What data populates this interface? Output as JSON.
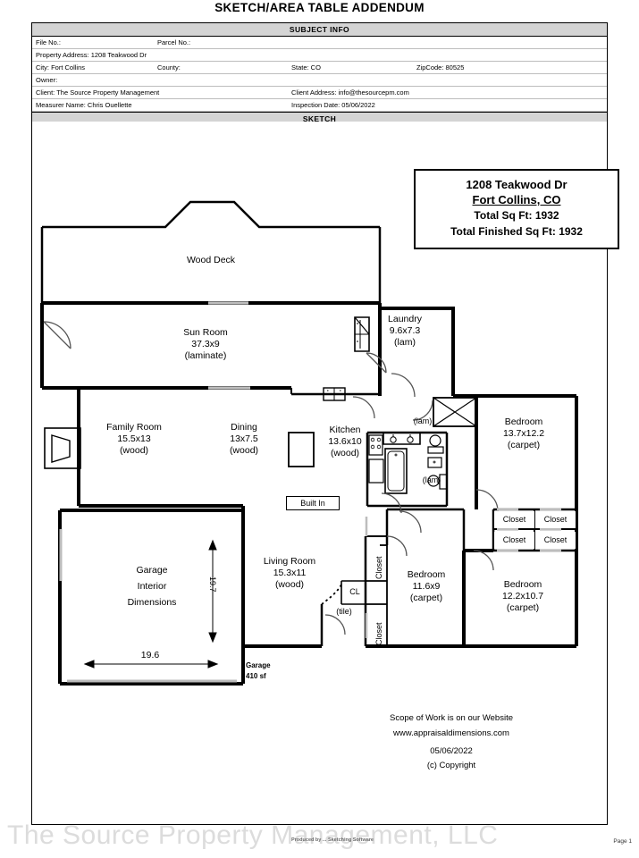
{
  "document": {
    "title": "SKETCH/AREA TABLE ADDENDUM",
    "page_number": "Page 1",
    "watermark": "The Source Property Management, LLC",
    "produced_by": "Produced by ... Sketching Software"
  },
  "subject_info": {
    "band_label": "SUBJECT INFO",
    "rows": [
      {
        "c1": "File No.:",
        "c2": "Parcel No.:",
        "c3": "",
        "c4": ""
      },
      {
        "c1": "Property Address: 1208 Teakwood Dr",
        "c2": "",
        "c3": "",
        "c4": ""
      },
      {
        "c1": "City: Fort Collins",
        "c2": "County:",
        "c3": "State: CO",
        "c4": "ZipCode: 80525"
      },
      {
        "c1": "Owner:",
        "c2": "",
        "c3": "",
        "c4": ""
      },
      {
        "c1": "Client: The Source Property Management",
        "c2": "",
        "c3": "Client Address: info@thesourcepm.com",
        "c4": ""
      },
      {
        "c1": "Measurer Name: Chris Ouellette",
        "c2": "",
        "c3": "Inspection Date: 05/06/2022",
        "c4": ""
      }
    ]
  },
  "sketch": {
    "band_label": "SKETCH",
    "address_box": {
      "line1": "1208 Teakwood Dr",
      "line2": "Fort Collins, CO",
      "line3": "Total Sq Ft: 1932",
      "line4": "Total Finished Sq Ft: 1932"
    },
    "rooms": [
      {
        "name": "Wood Deck",
        "dims": "",
        "material": ""
      },
      {
        "name": "Sun Room",
        "dims": "37.3x9",
        "material": "(laminate)"
      },
      {
        "name": "Laundry",
        "dims": "9.6x7.3",
        "material": "(lam)"
      },
      {
        "name": "Family Room",
        "dims": "15.5x13",
        "material": "(wood)"
      },
      {
        "name": "Dining",
        "dims": "13x7.5",
        "material": "(wood)"
      },
      {
        "name": "Kitchen",
        "dims": "13.6x10",
        "material": "(wood)"
      },
      {
        "name": "Bedroom",
        "dims": "13.7x12.2",
        "material": "(carpet)"
      },
      {
        "name": "Bedroom",
        "dims": "11.6x9",
        "material": "(carpet)"
      },
      {
        "name": "Bedroom",
        "dims": "12.2x10.7",
        "material": "(carpet)"
      },
      {
        "name": "Living Room",
        "dims": "15.3x11",
        "material": "(wood)"
      }
    ],
    "garage": {
      "line1": "Garage",
      "line2": "Interior",
      "line3": "Dimensions",
      "width_dim": "19.6",
      "height_dim": "19.7",
      "area_line1": "Garage",
      "area_line2": "410 sf"
    },
    "closets": [
      "Closet",
      "Closet",
      "Closet",
      "Closet",
      "Closet",
      "Closet",
      "CL"
    ],
    "misc_labels": {
      "built_in": "Built In",
      "hall_material": "(lam)",
      "bath_material": "(lam)",
      "entry_material": "(tile)",
      "laundry_material": "(lam)"
    },
    "notes": {
      "line1": "Scope of Work is on our Website",
      "line2": "www.appraisaldimensions.com",
      "line3": "05/06/2022",
      "line4": "(c) Copyright"
    }
  }
}
